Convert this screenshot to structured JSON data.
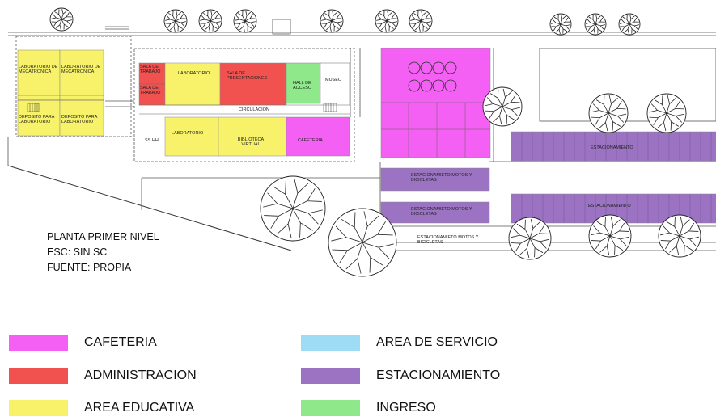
{
  "colors": {
    "cafeteria": "#f45ff4",
    "administracion": "#f2524f",
    "area_educativa": "#f7f26a",
    "area_servicio": "#9edcf6",
    "estacionamiento": "#9b73c2",
    "ingreso": "#8fe88a"
  },
  "rooms": {
    "lab_mecatronica_1": "LABORATORIO DE MECATRONICA",
    "lab_mecatronica_2": "LABORATORIO DE MECATRONICA",
    "deposito_1": "DEPOSITO PARA LABORATORIO",
    "deposito_2": "DEPOSITO PARA LABORATORIO",
    "sala_trabajo_1": "SALA DE TRABAJO",
    "sala_trabajo_2": "SALA DE TRABAJO",
    "laboratorio_top": "LABORATORIO",
    "sala_presentaciones": "SALA DE PRESENTACIONES",
    "hall_acceso": "HALL DE ACCESO",
    "museo": "MUSEO",
    "circulacion": "CIRCULACION",
    "sshh": "SS.HH.",
    "laboratorio_bottom": "LABORATORIO",
    "biblioteca": "BIBLIOTECA VIRTUAL",
    "cafeteria": "CAFETERIA",
    "est_motos_1": "ESTACIONAMIETO MOTOS Y BICICLETAS",
    "est_motos_2": "ESTACIONAMIETO MOTOS Y BICICLETAS",
    "est_motos_3": "ESTACIONAMIETO MOTOS Y BICICLETAS",
    "estacionamiento_1": "ESTACIONAMIENTO",
    "estacionamiento_2": "ESTACIONAMIENTO"
  },
  "caption": {
    "title": "PLANTA PRIMER NIVEL",
    "scale": "ESC: SIN SC",
    "source": "FUENTE: PROPIA"
  },
  "legend": {
    "cafeteria": "CAFETERIA",
    "administracion": "ADMINISTRACION",
    "area_educativa": "AREA EDUCATIVA",
    "area_servicio": "AREA DE SERVICIO",
    "estacionamiento": "ESTACIONAMIENTO",
    "ingreso": "INGRESO"
  }
}
